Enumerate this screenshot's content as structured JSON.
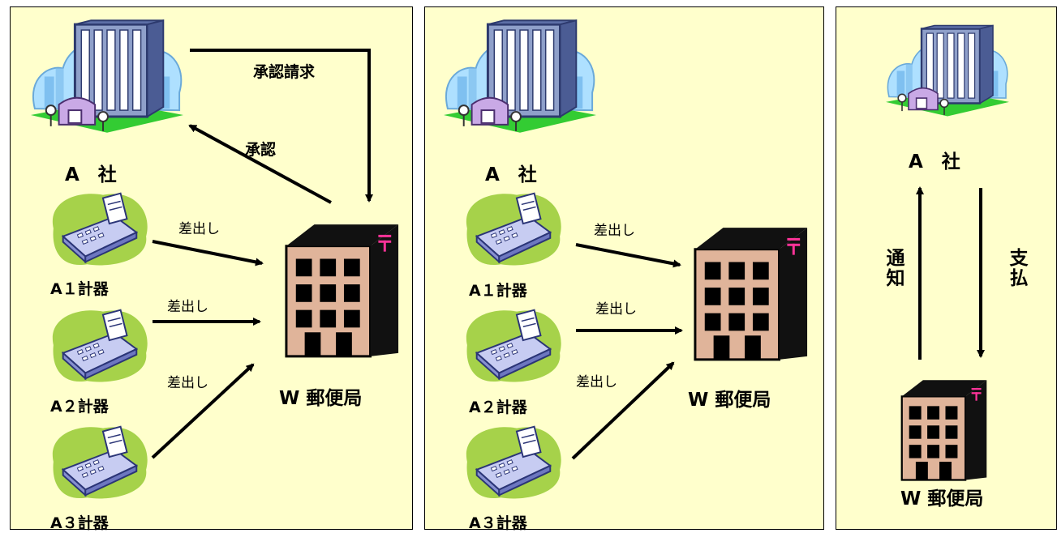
{
  "panel1": {
    "company": "A　社",
    "meters": [
      "A１計器",
      "A２計器",
      "A３計器"
    ],
    "post_office": "W 郵便局",
    "send_labels": [
      "差出し",
      "差出し",
      "差出し"
    ],
    "approval_request": "承認請求",
    "approval": "承認"
  },
  "panel2": {
    "company": "A　社",
    "meters": [
      "A１計器",
      "A２計器",
      "A３計器"
    ],
    "post_office": "W 郵便局",
    "send_labels": [
      "差出し",
      "差出し",
      "差出し"
    ]
  },
  "panel3": {
    "company": "A　社",
    "post_office": "W 郵便局",
    "notify": "通知",
    "payment": "支払"
  },
  "colors": {
    "panel_bg": "#ffffcc",
    "arrow": "#000000",
    "post_mark": "#ff3399",
    "meter_bg": "#99cc33"
  }
}
